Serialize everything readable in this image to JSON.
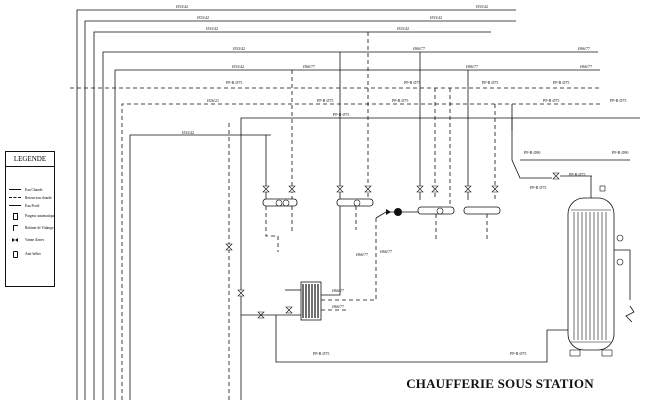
{
  "title": "CHAUFFERIE SOUS STATION",
  "legend": {
    "title": "LEGENDE",
    "items": [
      {
        "label": "Eau Chaude",
        "symbol": "solid-line"
      },
      {
        "label": "Retour eau chaude",
        "symbol": "dashed-line"
      },
      {
        "label": "Eau Froid",
        "symbol": "solid-line"
      },
      {
        "label": "Purgeur automatique",
        "symbol": "air-vent-icon"
      },
      {
        "label": "Robinet de Vidange",
        "symbol": "drain-valve-icon"
      },
      {
        "label": "Vanne d'arret",
        "symbol": "gate-valve-icon"
      },
      {
        "label": "Anti-bélier",
        "symbol": "water-hammer-arrestor-icon"
      }
    ]
  },
  "pipe_labels": {
    "top_1": "Ø33/42",
    "top_1b": "Ø33/42",
    "top_2": "Ø33/42",
    "top_2b": "Ø33/42",
    "top_3": "Ø33/42",
    "top_3b": "Ø33/42",
    "top_4": "Ø33/42",
    "top_4b": "Ø66/77",
    "top_4c": "Ø66/77",
    "top_5": "Ø33/42",
    "top_5b": "Ø66/77",
    "top_5c": "Ø66/77",
    "top_5d": "Ø66/77",
    "pp1": "PP-R Ø75",
    "pp2": "PP-R Ø75",
    "pp3": "PP-R Ø75",
    "pp4": "PP-R Ø75",
    "pp5": "PP-R Ø75",
    "pp6": "PP-R Ø75",
    "pp7": "PP-R Ø75",
    "pp8": "PP-R Ø75",
    "pp9": "PP-R Ø75",
    "mid_a": "Ø26/21",
    "mid_b": "Ø33/42",
    "ppr90a": "PP-R Ø90",
    "ppr90b": "PP-R Ø90",
    "ppr75c": "PP-R Ø75",
    "ppr75d": "PP-R Ø75",
    "o66a": "Ø66/77",
    "o66b": "Ø66/77",
    "o66c": "Ø66/77",
    "o66d": "Ø66/77",
    "bot1": "PP-R Ø75",
    "bot2": "PP-R Ø75"
  }
}
